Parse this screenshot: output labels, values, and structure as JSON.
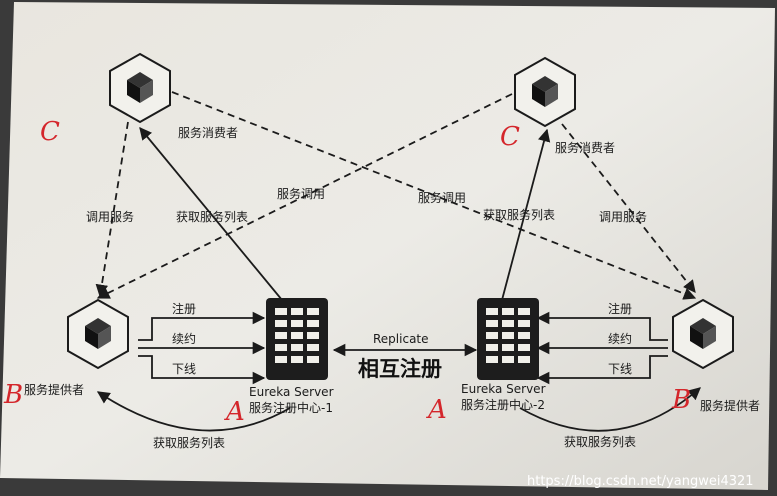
{
  "consumer_left": {
    "label": "服务消费者",
    "mark": "C"
  },
  "consumer_right": {
    "label": "服务消费者",
    "mark": "C"
  },
  "provider_left": {
    "label": "服务提供者",
    "mark": "B"
  },
  "provider_right": {
    "label": "服务提供者",
    "mark": "B"
  },
  "server_left": {
    "title": "Eureka Server",
    "subtitle": "服务注册中心-1",
    "mark": "A"
  },
  "server_right": {
    "title": "Eureka Server",
    "subtitle": "服务注册中心-2",
    "mark": "A"
  },
  "edges": {
    "call_service_left": "调用服务",
    "fetch_list_left": "获取服务列表",
    "service_call_left": "服务调用",
    "service_call_right": "服务调用",
    "fetch_list_right": "获取服务列表",
    "call_service_right": "调用服务",
    "register_left": "注册",
    "renew_left": "续约",
    "offline_left": "下线",
    "register_right": "注册",
    "renew_right": "续约",
    "offline_right": "下线",
    "replicate": "Replicate",
    "fetch_list_bottom_left": "获取服务列表",
    "fetch_list_bottom_right": "获取服务列表"
  },
  "note_handwritten": "相互注册",
  "watermark": "https://blog.csdn.net/yangwei4321"
}
